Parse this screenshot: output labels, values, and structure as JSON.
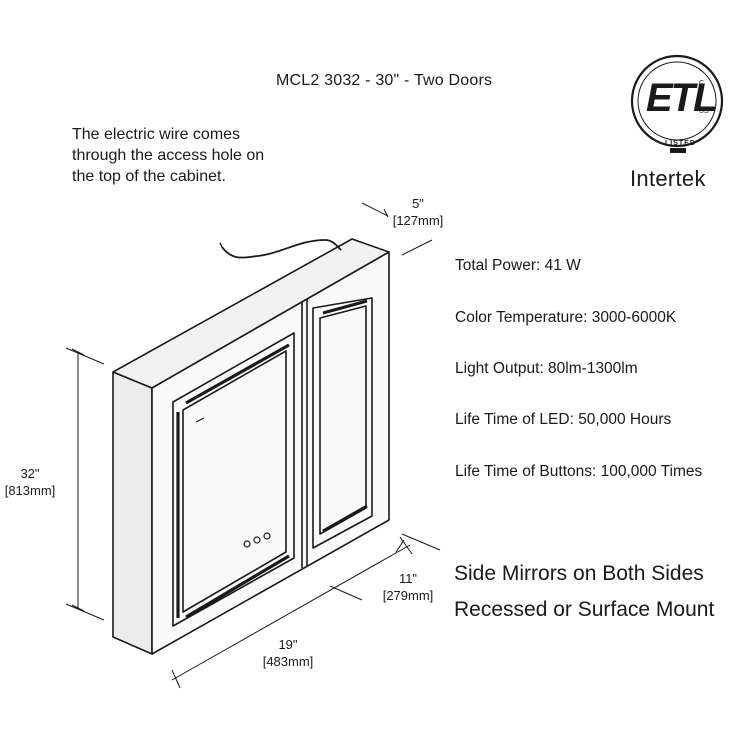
{
  "title": "MCL2 3032 - 30\" - Two Doors",
  "wire_note": [
    "The electric wire comes",
    "through the access hole on",
    "the top of the cabinet."
  ],
  "certification": {
    "mark_letters": "ETL",
    "small_text_top": "C",
    "small_text_right": "US",
    "listed_text": "LISTED",
    "brand": "Intertek"
  },
  "dimensions": {
    "depth_top": {
      "inches": "5\"",
      "mm": "[127mm]"
    },
    "height": {
      "inches": "32\"",
      "mm": "[813mm]"
    },
    "depth_side": {
      "inches": "11\"",
      "mm": "[279mm]"
    },
    "width": {
      "inches": "19\"",
      "mm": "[483mm]"
    }
  },
  "specs": [
    "Total Power: 41 W",
    "Color Temperature: 3000-6000K",
    "Light Output: 80lm-1300lm",
    "Life Time of LED: 50,000 Hours",
    "Life Time of Buttons: 100,000 Times"
  ],
  "features": [
    "Side Mirrors on Both Sides",
    "Recessed or Surface Mount"
  ],
  "colors": {
    "line": "#1a1a1a",
    "cabinet_side": "#e8e8e8",
    "cabinet_front": "#f6f6f6"
  }
}
